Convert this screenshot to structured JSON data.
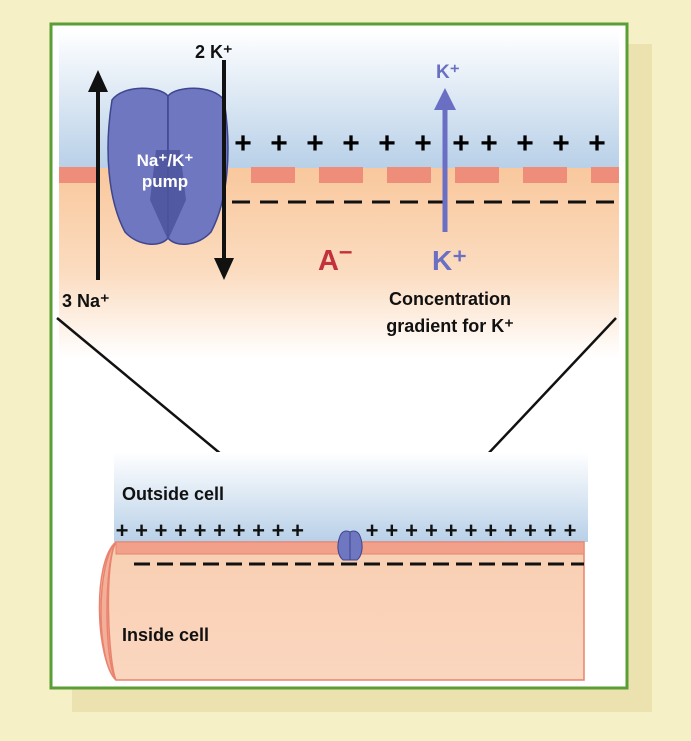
{
  "colors": {
    "page_background": "#f6f0c6",
    "panel_border": "#5a9e35",
    "outside_fluid": "#b8d0e8",
    "inside_fluid": "#f9c89d",
    "membrane": "#ee8e7a",
    "pump": "#6f77c0",
    "potassium_arrow": "#6a6fc4",
    "anion": "#c3313b"
  },
  "icons": {
    "pump_large": "na-k-pump-icon",
    "pump_small": "na-k-pump-small-icon"
  },
  "zoom": {
    "pump_label_line1": "Na⁺/K⁺",
    "pump_label_line2": "pump",
    "k_in_label": "2 K⁺",
    "na_out_label": "3 Na⁺",
    "membrane_charge": "+",
    "k_leak_label": "K⁺",
    "anion_label": "A",
    "anion_charge": "–",
    "k_inside_label": "K⁺",
    "gradient_line1": "Concentration",
    "gradient_line2": "gradient for K⁺"
  },
  "cell": {
    "outside_label": "Outside cell",
    "inside_label": "Inside cell",
    "membrane_charge": "+"
  }
}
